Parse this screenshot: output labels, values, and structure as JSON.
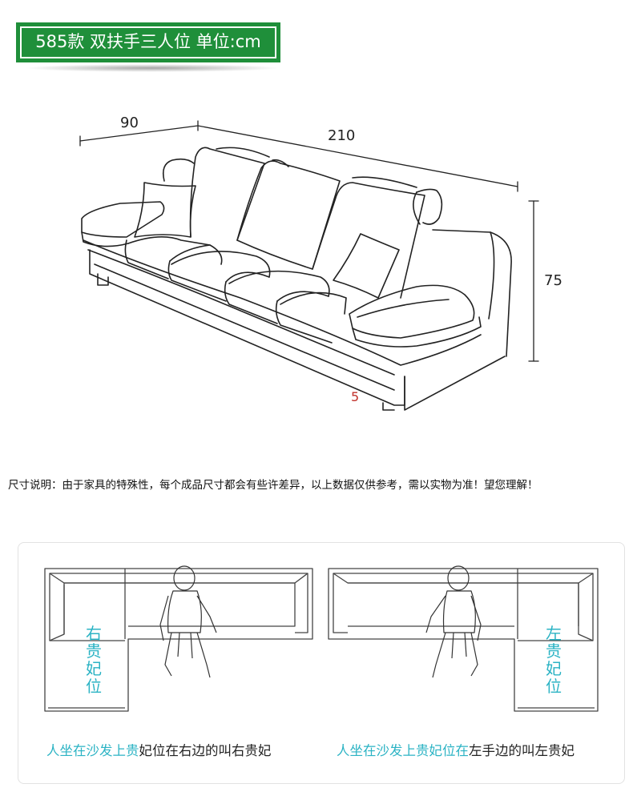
{
  "header": {
    "title": "585款 双扶手三人位 单位:cm"
  },
  "dimensions": {
    "depth": "90",
    "width": "210",
    "height": "75",
    "mark": "5"
  },
  "note": "尺寸说明：由于家具的特殊性，每个成品尺寸都会有些许差异，以上数据仅供参考，需以实物为准！望您理解！",
  "panels": {
    "left": {
      "label": "右贵妃位",
      "caption_cyan": "人坐在沙发上贵",
      "caption_dark": "妃位在右边的叫右贵妃"
    },
    "right": {
      "label": "左贵妃位",
      "caption_cyan": "人坐在沙发上贵妃位在",
      "caption_dark": "左手边的叫左贵妃"
    }
  },
  "colors": {
    "banner": "#1f8f3a",
    "accent": "#2bb3c4",
    "mark": "#c0302a"
  }
}
